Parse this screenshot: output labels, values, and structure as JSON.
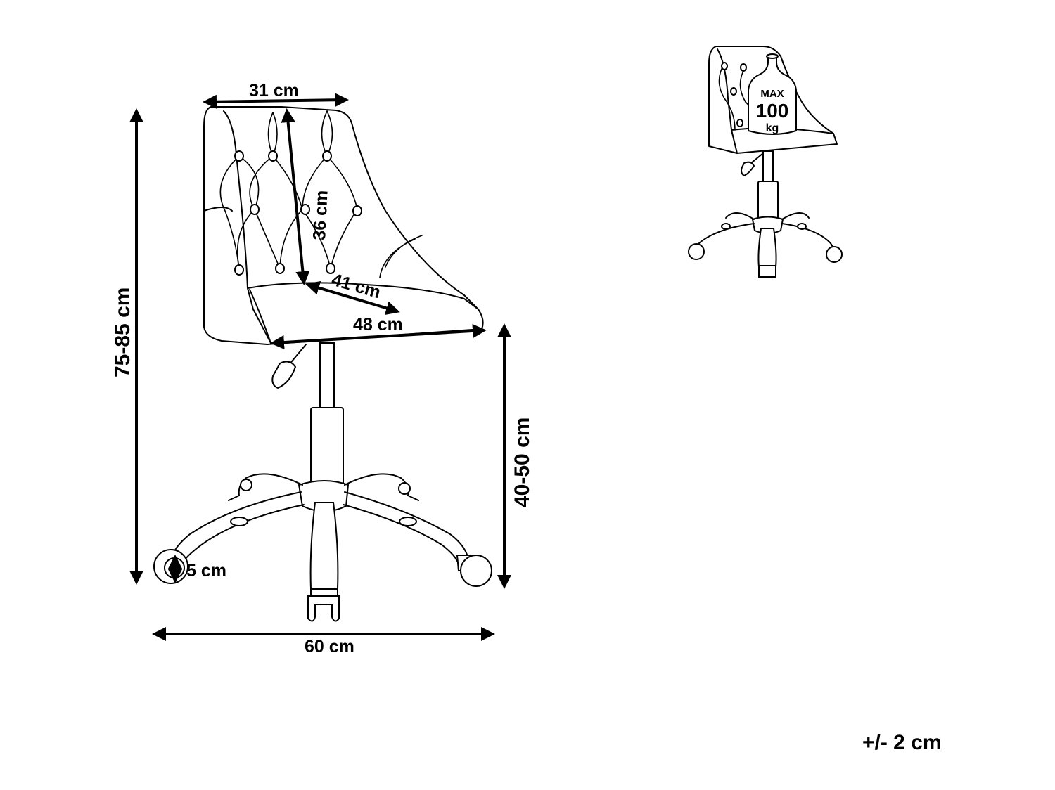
{
  "dimensions": {
    "backrest_width": "31 cm",
    "backrest_height": "36 cm",
    "seat_depth": "41 cm",
    "seat_width": "48 cm",
    "total_height": "75-85 cm",
    "seat_height": "40-50 cm",
    "wheel_diameter": "5 cm",
    "base_width": "60 cm"
  },
  "weight_badge": {
    "label": "MAX",
    "value": "100",
    "unit": "kg"
  },
  "tolerance": "+/- 2 cm",
  "colors": {
    "stroke": "#000000",
    "background": "#ffffff"
  }
}
